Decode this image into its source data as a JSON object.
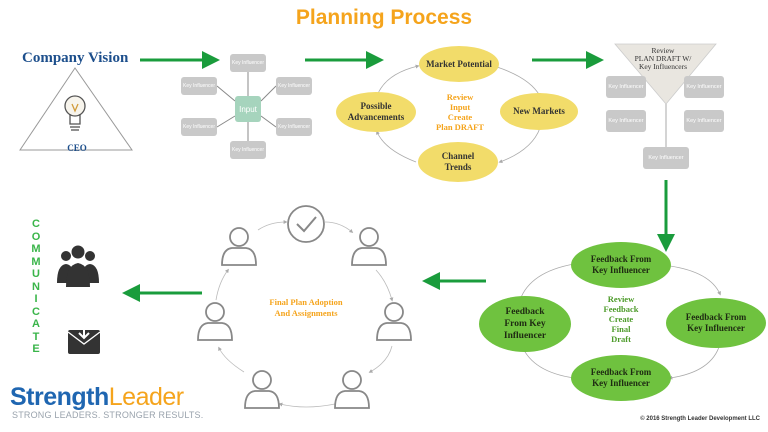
{
  "title": "Planning Process",
  "vision": {
    "label": "Company Vision",
    "role": "CEO"
  },
  "input_stage": {
    "center": "Input",
    "influencer_label": "Key Influencer"
  },
  "draft_cycle": {
    "center": [
      "Review",
      "Input",
      "Create",
      "Plan DRAFT"
    ],
    "nodes": [
      "Market Potential",
      "New Markets",
      "Channel Trends",
      "Possible Advancements"
    ]
  },
  "review_stage": {
    "header": [
      "Review",
      "PLAN DRAFT W/",
      "Key Influencers"
    ],
    "influencer_label": "Key Influencer"
  },
  "feedback_cycle": {
    "center": [
      "Review",
      "Feedback",
      "Create",
      "Final",
      "Draft"
    ],
    "nodes": [
      "Feedback From Key Influencer",
      "Feedback From Key Influencer",
      "Feedback From Key Influencer",
      "Feedback From Key Influencer"
    ]
  },
  "adoption": {
    "center": [
      "Final Plan Adoption",
      "And Assignments"
    ]
  },
  "communicate": {
    "letters": [
      "C",
      "O",
      "M",
      "M",
      "U",
      "N",
      "I",
      "C",
      "A",
      "T",
      "E"
    ]
  },
  "logo": {
    "strength": "Strength",
    "leader": "Leader",
    "tagline": "STRONG LEADERS. STRONGER RESULTS."
  },
  "copyright": "© 2016 Strength Leader Development LLC",
  "colors": {
    "title": "#f5a41c",
    "arrow_green": "#1a9c3c",
    "yellow_node": "#f2dc6a",
    "green_node": "#6fc23f",
    "brand_blue": "#1f66b1"
  }
}
